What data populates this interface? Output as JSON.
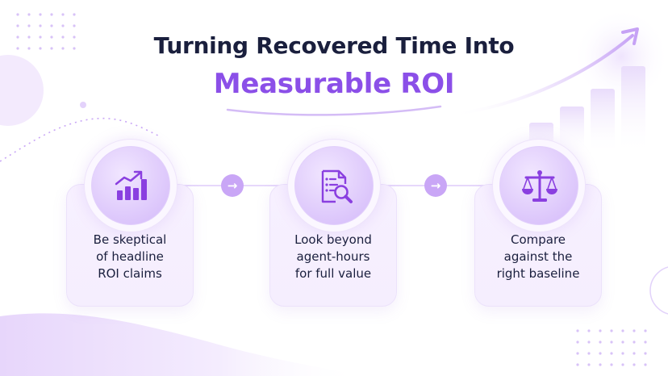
{
  "title": {
    "line1": "Turning Recovered Time Into",
    "line2": "Measurable ROI"
  },
  "steps": [
    {
      "text": "Be skeptical\nof headline\nROI claims",
      "icon": "rising-bar-chart-icon"
    },
    {
      "text": "Look beyond\nagent-hours\nfor full value",
      "icon": "document-magnifier-icon"
    },
    {
      "text": "Compare\nagainst the\nright baseline",
      "icon": "balance-scale-icon"
    }
  ],
  "connectors": {
    "glyph": "→"
  },
  "colors": {
    "title_dark": "#1a1f3d",
    "accent_purple": "#8b4fe8",
    "icon_purple": "#8a3fe0",
    "card_bg": "#f7f0ff",
    "arrow_bg": "#c9a6f6"
  }
}
